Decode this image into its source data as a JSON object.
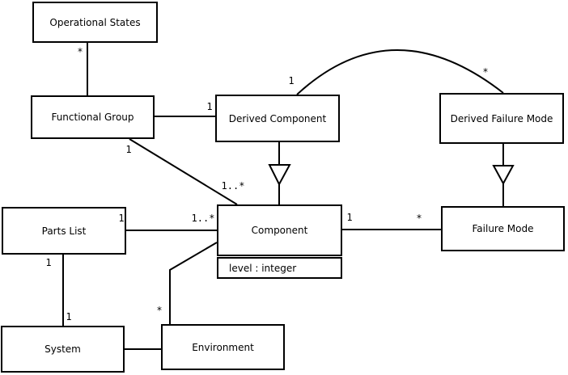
{
  "diagram": {
    "kind": "uml-class-diagram",
    "classes": {
      "operational_states": {
        "name": "Operational States"
      },
      "functional_group": {
        "name": "Functional Group"
      },
      "derived_component": {
        "name": "Derived Component"
      },
      "derived_failure_mode": {
        "name": "Derived Failure Mode"
      },
      "parts_list": {
        "name": "Parts List"
      },
      "component": {
        "name": "Component",
        "attribute": "level : integer"
      },
      "failure_mode": {
        "name": "Failure Mode"
      },
      "system": {
        "name": "System"
      },
      "environment": {
        "name": "Environment"
      }
    },
    "multiplicities": {
      "operational_states_end": "*",
      "fg_to_derived_component": "1",
      "fg_to_component_source": "1",
      "fg_to_component_target": "1..*",
      "arc_derived_component_end": "1",
      "arc_derived_failure_mode_end": "*",
      "parts_list_to_component_source": "1",
      "parts_list_to_component_target": "1..*",
      "component_to_failure_mode_source": "1",
      "component_to_failure_mode_target": "*",
      "parts_list_to_system_source": "1",
      "parts_list_to_system_target": "1",
      "environment_to_component": "*"
    },
    "colors": {
      "line": "#000000",
      "background": "#ffffff"
    }
  }
}
